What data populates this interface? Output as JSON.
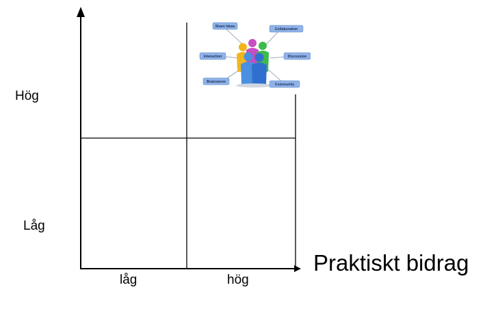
{
  "y_axis": {
    "high_label": "Hög",
    "low_label": "Låg"
  },
  "x_axis": {
    "low_label": "låg",
    "high_label": "hög",
    "title": "Praktiskt bidrag"
  },
  "illustration": {
    "bubbles": [
      "Share Ideas",
      "Collaboration",
      "Interaction",
      "Discussion",
      "Brainstorm",
      "Community"
    ]
  },
  "colors": {
    "lines": "#000000",
    "bubble_fill": "#8fb3e8",
    "bubble_text": "#1f2f5a"
  }
}
